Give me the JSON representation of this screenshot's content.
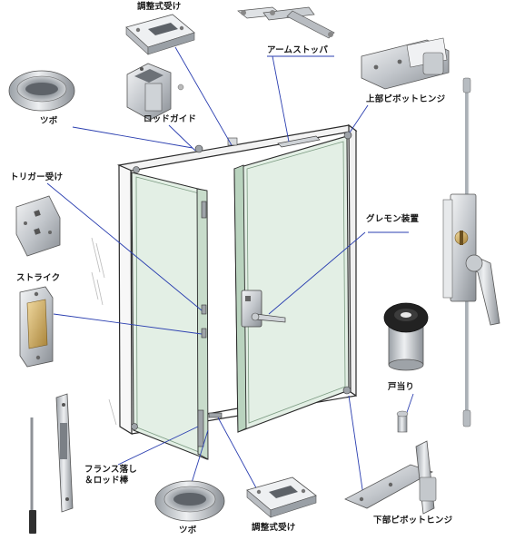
{
  "labels": {
    "adjustable_strike_top": "調整式受け",
    "arm_stopper": "アームストッパ",
    "top_pivot_hinge": "上部ピボットヒンジ",
    "flush_cup_top": "ツボ",
    "rod_guide": "ロッドガイド",
    "trigger_strike": "トリガー受け",
    "gremon_device": "グレモン装置",
    "strike": "ストライク",
    "door_stop": "戸当り",
    "flush_bolt_rod": "フランス落し\n＆ロッド棒",
    "flush_cup_bottom": "ツボ",
    "adjustable_strike_bottom": "調整式受け",
    "bottom_pivot_hinge": "下部ピボットヒンジ"
  },
  "colors": {
    "line_blue": "#2b3fb0",
    "metal_light": "#e4e6e8",
    "metal_mid": "#b9bdc2",
    "metal_dark": "#6f7479",
    "door_green": "#d9e8dc",
    "outline": "#2a2a2a"
  }
}
